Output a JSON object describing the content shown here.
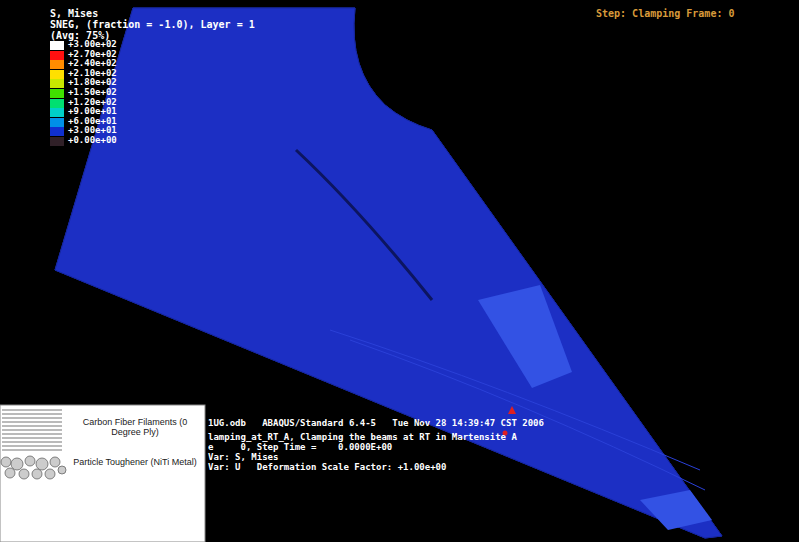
{
  "diagram": {
    "labels": [
      "S, Mises",
      "SNEG, (fraction = -1.0), Layer = 1",
      "(Avg: 75%)",
      "Step: Clamping Frame: 0",
      "1UG.odb   ABAQUS/Standard 6.4-5   Tue Nov 28 14:39:47 CST 2006",
      "lamping_at_RT_A, Clamping the beams at RT in Martensite A",
      "e     0, Step Time =    0.0000E+00",
      "Var: S, Mises",
      "Var: U   Deformation Scale Factor: +1.00e+00",
      "Carbon Fiber Filaments (0 Degree Ply)",
      "Particle Toughener (NiTi Metal)"
    ],
    "legend": [
      {
        "text": "+3.00e+02",
        "color": "#ffffff"
      },
      {
        "text": "+2.70e+02",
        "color": "#ff1010"
      },
      {
        "text": "+2.40e+02",
        "color": "#ff8c00"
      },
      {
        "text": "+2.10e+02",
        "color": "#ffe000"
      },
      {
        "text": "+1.80e+02",
        "color": "#c8e800"
      },
      {
        "text": "+1.50e+02",
        "color": "#40e000"
      },
      {
        "text": "+1.20e+02",
        "color": "#00e070"
      },
      {
        "text": "+9.00e+01",
        "color": "#00d0c8"
      },
      {
        "text": "+6.00e+01",
        "color": "#0090e8"
      },
      {
        "text": "+3.00e+01",
        "color": "#1030d0"
      },
      {
        "text": "+0.00e+00",
        "color": "#302028"
      }
    ]
  }
}
